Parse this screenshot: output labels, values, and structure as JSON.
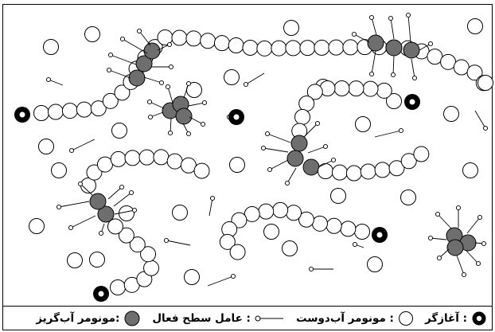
{
  "legend": {
    "initiator": ": آغازگر",
    "hydrophilic_monomer": ": مونومر آب‌دوست",
    "surfactant": ": عامل سطح فعال",
    "hydrophobic_monomer": ":مونومر آب‌گریز"
  },
  "colors": {
    "hydrophobic_fill": "#6e6e6e",
    "hydrophilic_fill": "#ffffff",
    "stroke": "#000000",
    "initiator_core": "#ffffff"
  },
  "icons": [
    "initiator-icon",
    "hydrophilic-monomer-icon",
    "surfactant-icon",
    "hydrophobic-monomer-icon"
  ]
}
